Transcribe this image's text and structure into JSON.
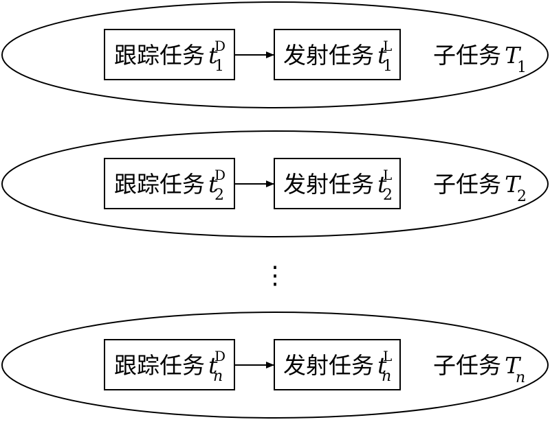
{
  "subtasks": [
    {
      "track": {
        "label": "跟踪任务",
        "var": "t",
        "sub": "1",
        "sup": "D"
      },
      "launch": {
        "label": "发射任务",
        "var": "t",
        "sub": "1",
        "sup": "L"
      },
      "subtask": {
        "label": "子任务",
        "var": "T",
        "sub": "1"
      }
    },
    {
      "track": {
        "label": "跟踪任务",
        "var": "t",
        "sub": "2",
        "sup": "D"
      },
      "launch": {
        "label": "发射任务",
        "var": "t",
        "sub": "2",
        "sup": "L"
      },
      "subtask": {
        "label": "子任务",
        "var": "T",
        "sub": "2"
      }
    },
    {
      "track": {
        "label": "跟踪任务",
        "var": "t",
        "sub": "n",
        "sup": "D"
      },
      "launch": {
        "label": "发射任务",
        "var": "t",
        "sub": "n",
        "sup": "L"
      },
      "subtask": {
        "label": "子任务",
        "var": "T",
        "sub": "n"
      }
    }
  ],
  "ellipsis": "⋮",
  "colors": {
    "stroke": "#000000",
    "background": "#ffffff"
  }
}
